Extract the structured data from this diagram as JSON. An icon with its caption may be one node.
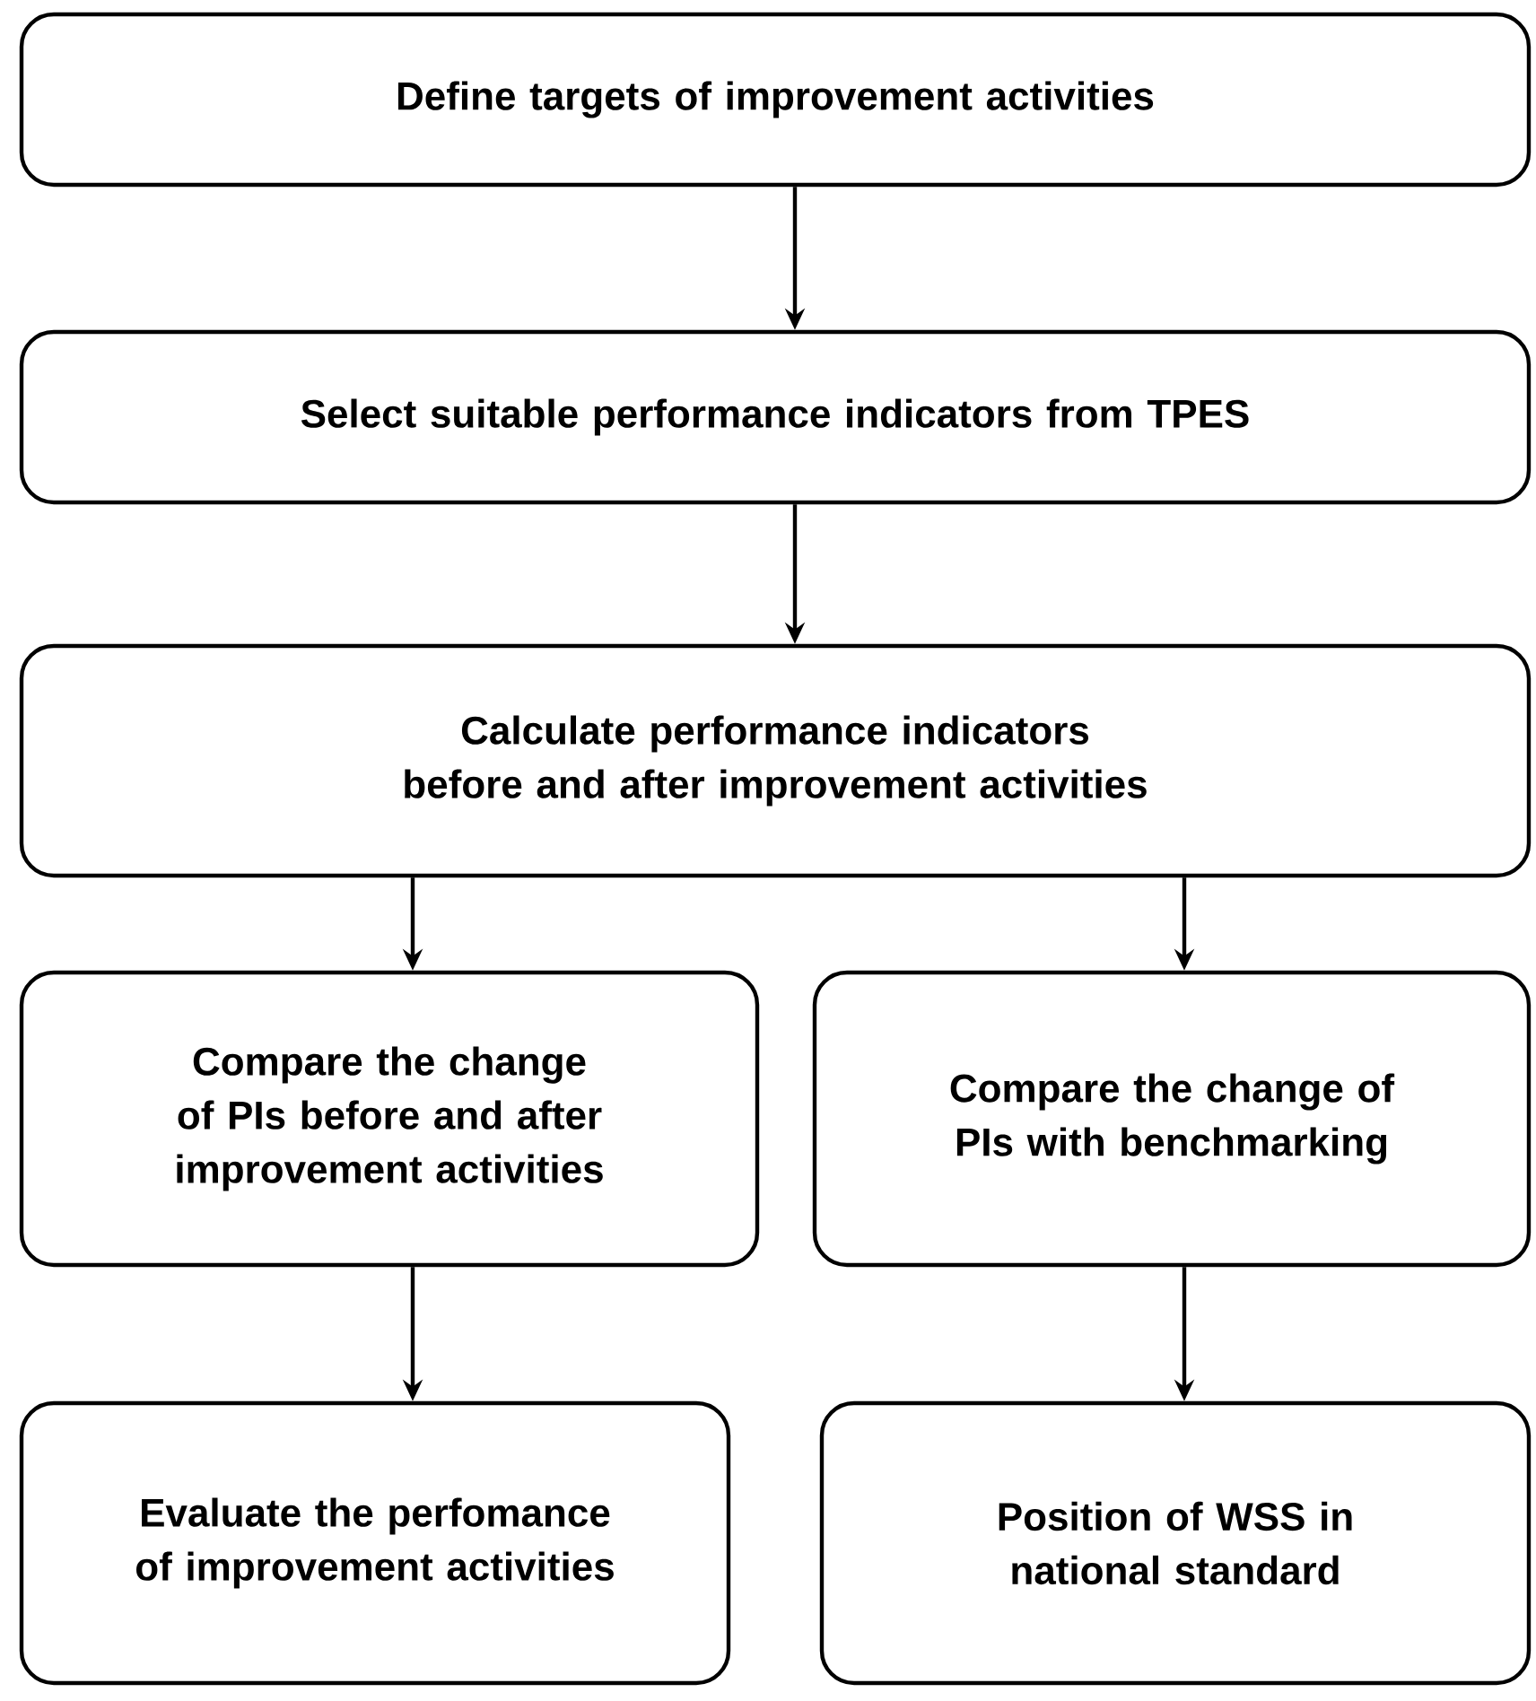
{
  "diagram": {
    "nodes": [
      {
        "text": [
          "Define targets of improvement activities"
        ]
      },
      {
        "text": [
          "Select suitable performance indicators from TPES"
        ]
      },
      {
        "text": [
          "Calculate performance indicators before and after improvement activities"
        ]
      },
      {
        "text": [
          "Compare the change of PIs before and after improvement activities"
        ]
      },
      {
        "text": [
          "Compare the change of PIs with benchmarking"
        ]
      },
      {
        "text": [
          "Evaluate the perfomance of improvement activities"
        ]
      },
      {
        "text": [
          "Position of WSS in national standard"
        ]
      }
    ],
    "edges": [
      {
        "from": 0,
        "to": 1,
        "arrow": "to"
      },
      {
        "from": 1,
        "to": 2,
        "arrow": "to"
      },
      {
        "from": 2,
        "to": 3,
        "arrow": "to"
      },
      {
        "from": 2,
        "to": 4,
        "arrow": "to"
      },
      {
        "from": 3,
        "to": 5,
        "arrow": "to"
      },
      {
        "from": 4,
        "to": 6,
        "arrow": "to"
      }
    ]
  }
}
